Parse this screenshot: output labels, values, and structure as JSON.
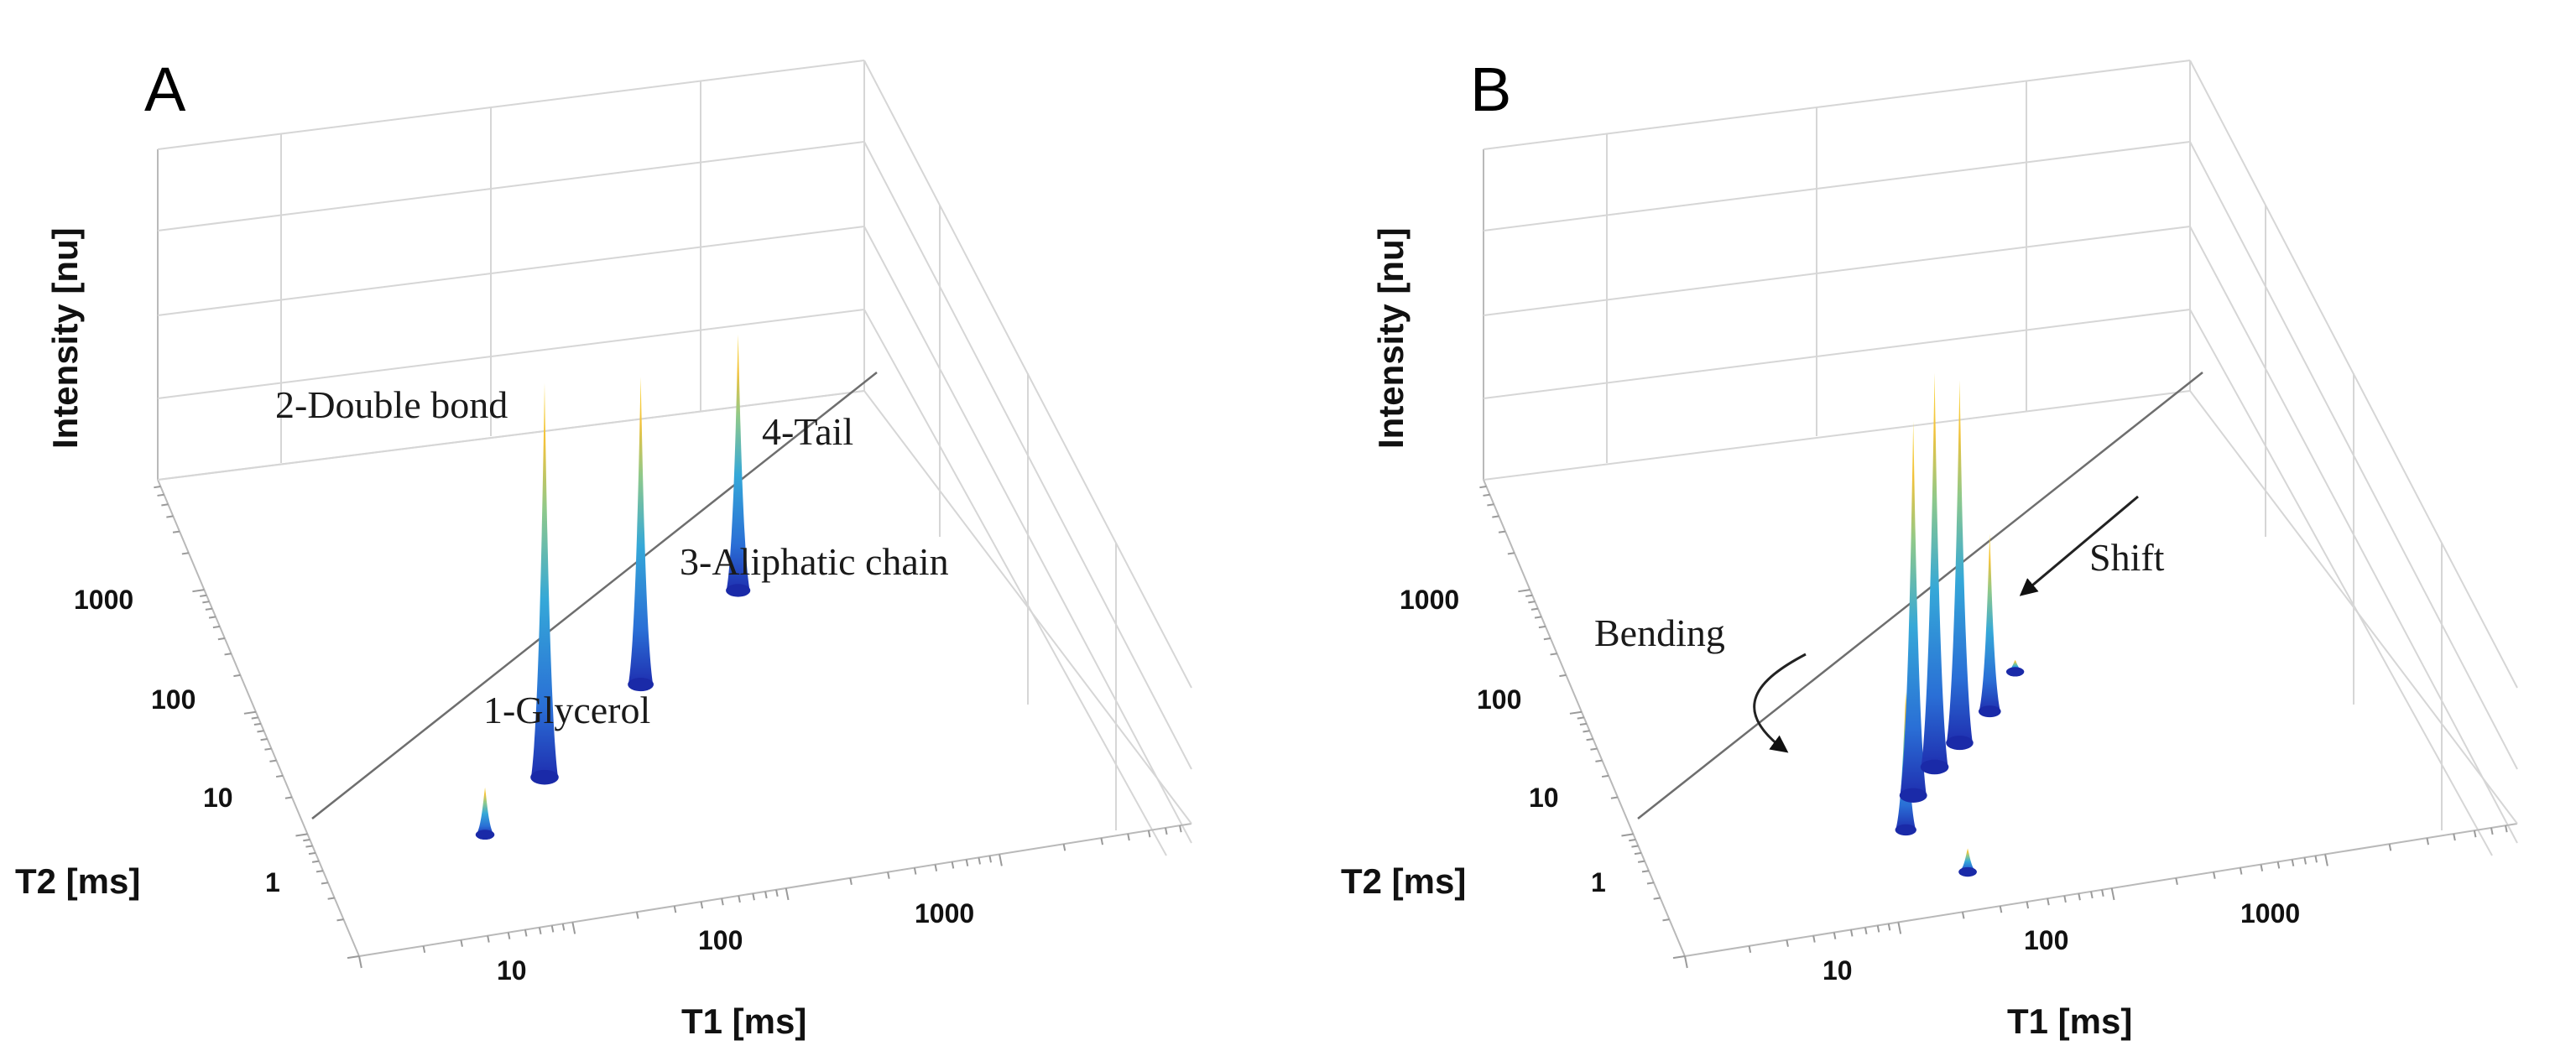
{
  "chart_data": [
    {
      "type": "3d-surface",
      "panel": "A",
      "xlabel": "T1 [ms]",
      "ylabel": "T2 [ms]",
      "zlabel": "Intensity [nu]",
      "x_scale": "log",
      "y_scale": "log",
      "x_ticks": [
        "10",
        "100",
        "1000"
      ],
      "y_ticks": [
        "1",
        "10",
        "100",
        "1000"
      ],
      "peaks": [
        {
          "label": "1-Glycerol",
          "t1": 6,
          "t2": 6,
          "intensity": 0.12
        },
        {
          "label": "2-Double bond",
          "t1": 14,
          "t2": 14,
          "intensity": 1.0
        },
        {
          "label": "3-Aliphatic chain",
          "t1": 55,
          "t2": 55,
          "intensity": 0.78
        },
        {
          "label": "4-Tail",
          "t1": 220,
          "t2": 220,
          "intensity": 0.65
        }
      ]
    },
    {
      "type": "3d-surface",
      "panel": "B",
      "xlabel": "T1 [ms]",
      "ylabel": "T2 [ms]",
      "zlabel": "Intensity [nu]",
      "x_scale": "log",
      "y_scale": "log",
      "x_ticks": [
        "10",
        "100",
        "1000"
      ],
      "y_ticks": [
        "1",
        "10",
        "100",
        "1000"
      ],
      "annotations": [
        "Bending",
        "Shift"
      ],
      "peaks": [
        {
          "t1": 16,
          "t2": 5,
          "intensity": 0.35
        },
        {
          "t1": 20,
          "t2": 9,
          "intensity": 0.95
        },
        {
          "t1": 28,
          "t2": 14,
          "intensity": 1.0
        },
        {
          "t1": 40,
          "t2": 20,
          "intensity": 0.92
        },
        {
          "t1": 62,
          "t2": 32,
          "intensity": 0.45
        },
        {
          "t1": 25,
          "t2": 2,
          "intensity": 0.06
        },
        {
          "t1": 95,
          "t2": 60,
          "intensity": 0.03
        }
      ]
    }
  ]
}
